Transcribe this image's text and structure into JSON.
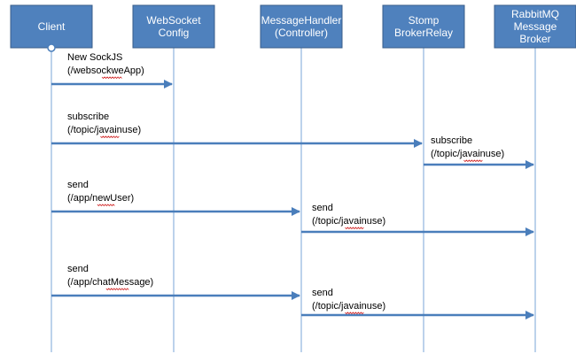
{
  "actors": [
    {
      "id": "client",
      "lines": [
        "Client"
      ]
    },
    {
      "id": "websocket-config",
      "lines": [
        "WebSocket",
        "Config"
      ]
    },
    {
      "id": "message-handler",
      "lines": [
        "MessageHandler",
        "(Controller)"
      ]
    },
    {
      "id": "stomp-broker-relay",
      "lines": [
        "Stomp",
        "BrokerRelay"
      ]
    },
    {
      "id": "rabbitmq-broker",
      "lines": [
        "RabbitMQ",
        "Message",
        "Broker"
      ]
    }
  ],
  "messages": [
    {
      "from": "client",
      "to": "websocket-config",
      "lines": [
        "New SockJS",
        "(/websockweApp)"
      ]
    },
    {
      "from": "client",
      "to": "stomp-broker-relay",
      "lines": [
        "subscribe",
        "(/topic/javainuse)"
      ]
    },
    {
      "from": "stomp-broker-relay",
      "to": "rabbitmq-broker",
      "lines": [
        "subscribe",
        "(/topic/javainuse)"
      ]
    },
    {
      "from": "client",
      "to": "message-handler",
      "lines": [
        "send",
        "(/app/newUser)"
      ]
    },
    {
      "from": "message-handler",
      "to": "rabbitmq-broker",
      "lines": [
        "send",
        "(/topic/javainuse)"
      ]
    },
    {
      "from": "client",
      "to": "message-handler",
      "lines": [
        "send",
        "(/app/chatMessage)"
      ]
    },
    {
      "from": "message-handler",
      "to": "rabbitmq-broker",
      "lines": [
        "send",
        "(/topic/javainuse)"
      ]
    }
  ],
  "colors": {
    "actor_fill": "#4f81bd",
    "arrow": "#4a7ebb",
    "lifeline": "#8fb3de"
  }
}
